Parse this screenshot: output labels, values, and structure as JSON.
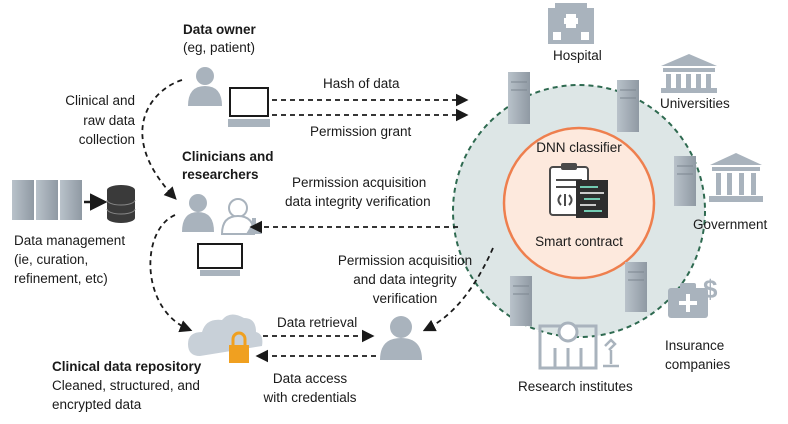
{
  "nodes": {
    "data_owner": {
      "title": "Data owner",
      "subtitle": "(eg, patient)"
    },
    "clinicians": {
      "title_line1": "Clinicians and",
      "title_line2": "researchers"
    },
    "data_management": {
      "line1": "Data management",
      "line2": "(ie, curation,",
      "line3": "refinement, etc)"
    },
    "repository": {
      "title": "Clinical data repository",
      "line1": "Cleaned, structured, and",
      "line2": "encrypted data"
    },
    "classifier": {
      "dnn_label": "DNN classifier",
      "contract_label": "Smart contract"
    },
    "network": {
      "hospital": "Hospital",
      "universities": "Universities",
      "government": "Government",
      "insurance_line1": "Insurance",
      "insurance_line2": "companies",
      "research": "Research institutes"
    }
  },
  "edges": {
    "collection_line1": "Clinical and",
    "collection_line2": "raw data",
    "collection_line3": "collection",
    "hash": "Hash of data",
    "permission_grant": "Permission grant",
    "verify_line1": "Permission acquisition",
    "verify_line2": "data integrity verification",
    "verify2_line1": "Permission acquisition",
    "verify2_line2": "and data integrity",
    "verify2_line3": "verification",
    "retrieval": "Data retrieval",
    "access_line1": "Data access",
    "access_line2": "with credentials"
  },
  "colors": {
    "ring": "#dde6e6",
    "ring_dash": "#2e6a50",
    "inner_fill": "#fde9dd",
    "inner_stroke": "#ee7f4e",
    "server": "#a9b3bd",
    "building": "#a9b3bd",
    "lock": "#f0a020"
  }
}
